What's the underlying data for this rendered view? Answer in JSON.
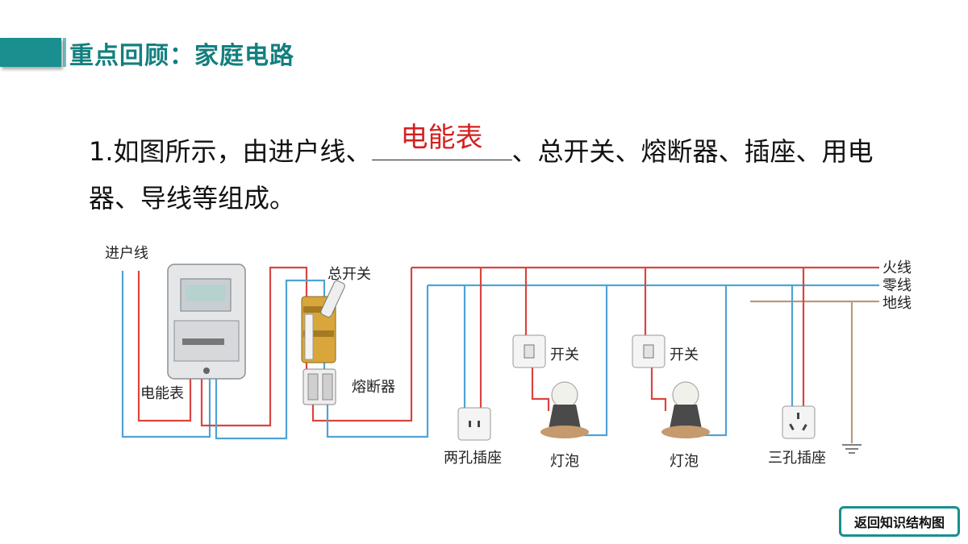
{
  "page_title": "重点回顾：家庭电路",
  "question": {
    "prefix": "1.如图所示，由进户线、",
    "answer": "电能表",
    "suffix": "、总开关、熔断器、插座、用电器、导线等组成。"
  },
  "diagram": {
    "labels": {
      "service_line": "进户线",
      "meter": "电能表",
      "main_switch": "总开关",
      "fuse": "熔断器",
      "live_wire": "火线",
      "neutral_wire": "零线",
      "ground_wire": "地线",
      "switch_1": "开关",
      "switch_2": "开关",
      "socket_2pin": "两孔插座",
      "bulb_1": "灯泡",
      "bulb_2": "灯泡",
      "socket_3pin": "三孔插座"
    }
  },
  "back_button": "返回知识结构图",
  "colors": {
    "accent": "#1a8f8f",
    "live_wire": "#d9453f",
    "neutral_wire": "#4fa3d6",
    "ground_wire": "#b99a7a",
    "answer": "#d62020"
  }
}
